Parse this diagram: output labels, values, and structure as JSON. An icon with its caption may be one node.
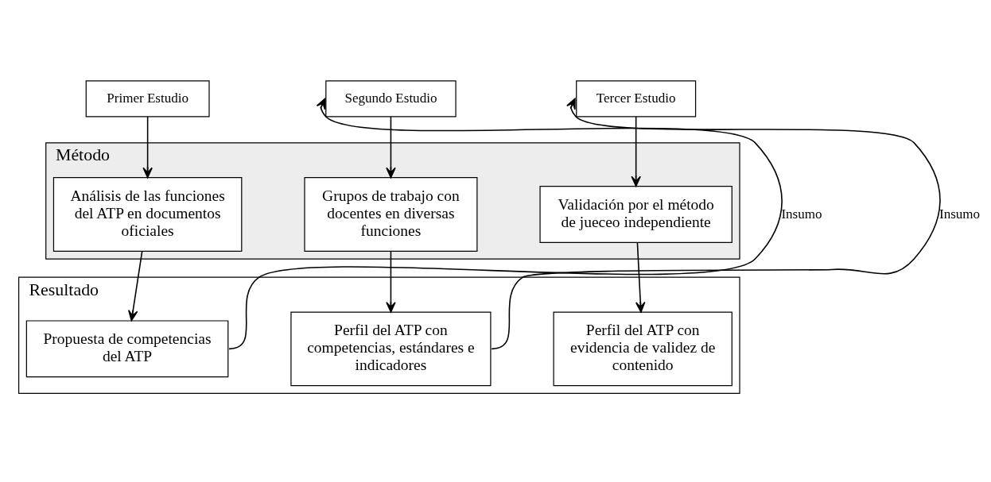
{
  "diagram": {
    "nodes": [
      {
        "text": [
          "Primer Estudio"
        ]
      },
      {
        "text": [
          "Segundo Estudio"
        ]
      },
      {
        "text": [
          "Tercer Estudio"
        ]
      },
      {
        "text": [
          "Método"
        ]
      },
      {
        "text": [
          "Análisis de las funciones del ATP en documentos oficiales"
        ],
        "in": 3
      },
      {
        "text": [
          "Grupos de trabajo con docentes en diversas funciones"
        ],
        "in": 3
      },
      {
        "text": [
          "Validación por el método de jueceo independiente"
        ],
        "in": 3
      },
      {
        "text": [
          "Resultado"
        ]
      },
      {
        "text": [
          "Propuesta de competencias del ATP"
        ],
        "in": 7
      },
      {
        "text": [
          "Perfil del ATP con competencias, estándares e indicadores"
        ],
        "in": 7
      },
      {
        "text": [
          "Perfil del ATP con evidencia de validez de contenido"
        ],
        "in": 7
      }
    ],
    "edges": [
      {
        "from": 0,
        "to": 4,
        "arrow": "to"
      },
      {
        "from": 4,
        "to": 8,
        "arrow": "to"
      },
      {
        "from": 8,
        "to": 1,
        "arrow": "to",
        "label": "Insumo"
      },
      {
        "from": 1,
        "to": 5,
        "arrow": "to"
      },
      {
        "from": 5,
        "to": 9,
        "arrow": "to"
      },
      {
        "from": 9,
        "to": 2,
        "arrow": "to",
        "label": "Insumo"
      },
      {
        "from": 2,
        "to": 6,
        "arrow": "to"
      },
      {
        "from": 6,
        "to": 10,
        "arrow": "to"
      }
    ]
  }
}
